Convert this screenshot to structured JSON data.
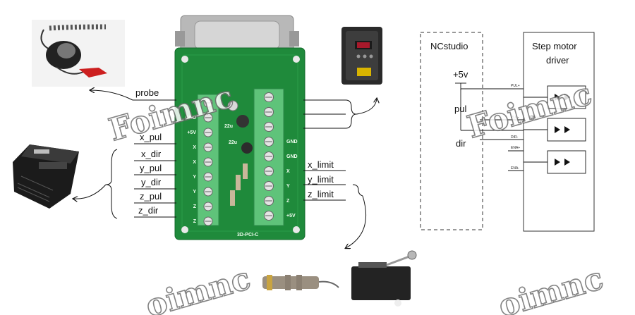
{
  "watermark": "Foimnc",
  "watermark_partial": "oimnc",
  "board": {
    "model": "3D-PCI-C",
    "left_pins": [
      "Y",
      "GND",
      "+5V",
      "X",
      "X",
      "Y",
      "Y",
      "Z",
      "Z"
    ],
    "right_pins": [
      "",
      "",
      "",
      "GND",
      "GND",
      "X",
      "Y",
      "Z",
      "+5V"
    ],
    "cap1": "22u",
    "cap2": "22u"
  },
  "labels": {
    "probe": "probe",
    "x_pul": "x_pul",
    "x_dir": "x_dir",
    "y_pul": "y_pul",
    "y_dir": "y_dir",
    "z_pul": "z_pul",
    "z_dir": "z_dir",
    "x_limit": "x_limit",
    "y_limit": "y_limit",
    "z_limit": "z_limit"
  },
  "schematic": {
    "ncstudio": "NCstudio",
    "driver_line1": "Step motor",
    "driver_line2": "driver",
    "v5": "+5v",
    "pul": "pul",
    "dir": "dir",
    "pin_pul_p": "PUL+",
    "pin_pul_m": "PUL-",
    "pin_dir_p": "DIR+",
    "pin_dir_m": "DIR-",
    "pin_ena_p": "ENA+",
    "pin_ena_m": "ENA-"
  }
}
